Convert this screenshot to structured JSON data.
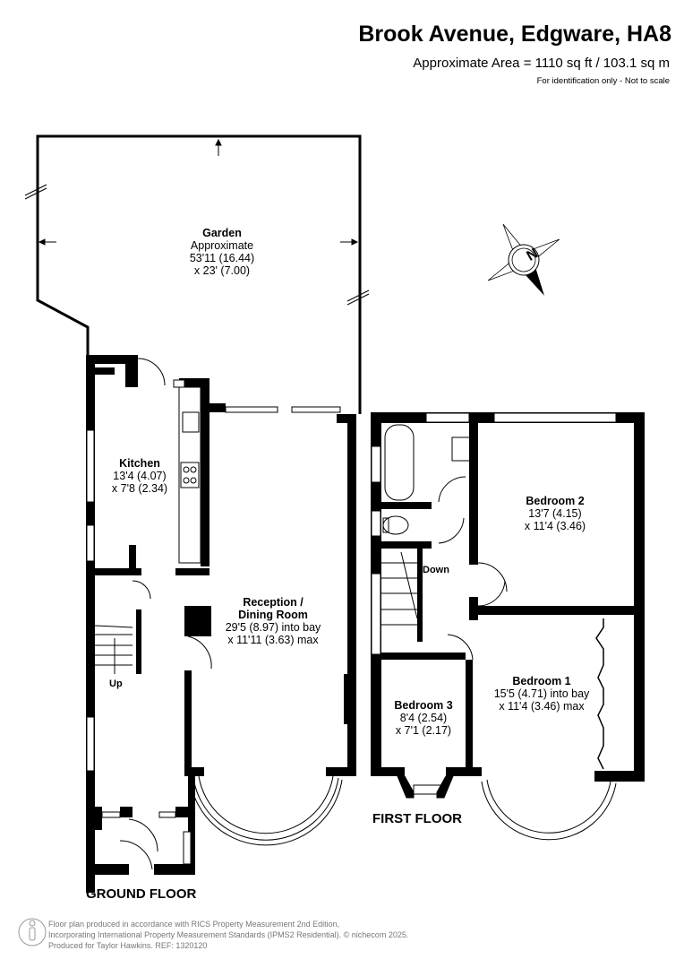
{
  "header": {
    "title": "Brook Avenue, Edgware, HA8",
    "area": "Approximate Area = 1110 sq ft / 103.1 sq m",
    "disclaimer": "For identification only - Not to scale"
  },
  "compass": {
    "label": "N",
    "icon": "compass-rose-icon"
  },
  "rooms": {
    "garden": {
      "name": "Garden",
      "l1": "Approximate",
      "l2": "53'11 (16.44)",
      "l3": "x 23' (7.00)"
    },
    "kitchen": {
      "name": "Kitchen",
      "l1": "13'4 (4.07)",
      "l2": "x 7'8 (2.34)"
    },
    "reception": {
      "name1": "Reception /",
      "name2": "Dining Room",
      "l1": "29'5 (8.97) into bay",
      "l2": "x 11'11 (3.63) max"
    },
    "bedroom2": {
      "name": "Bedroom 2",
      "l1": "13'7 (4.15)",
      "l2": "x 11'4 (3.46)"
    },
    "bedroom1": {
      "name": "Bedroom 1",
      "l1": "15'5  (4.71) into bay",
      "l2": "x 11'4 (3.46) max"
    },
    "bedroom3": {
      "name": "Bedroom 3",
      "l1": "8'4 (2.54)",
      "l2": "x 7'1 (2.17)"
    }
  },
  "stairs": {
    "up": "Up",
    "down": "Down"
  },
  "floors": {
    "ground": "GROUND FLOOR",
    "first": "FIRST FLOOR"
  },
  "footer": {
    "line1": "Floor plan produced in accordance with RICS Property Measurement 2nd Edition,",
    "line2": "Incorporating International Property Measurement Standards (IPMS2 Residential).   © nichecom 2025.",
    "line3": "Produced for Taylor Hawkins.   REF: 1320120"
  }
}
